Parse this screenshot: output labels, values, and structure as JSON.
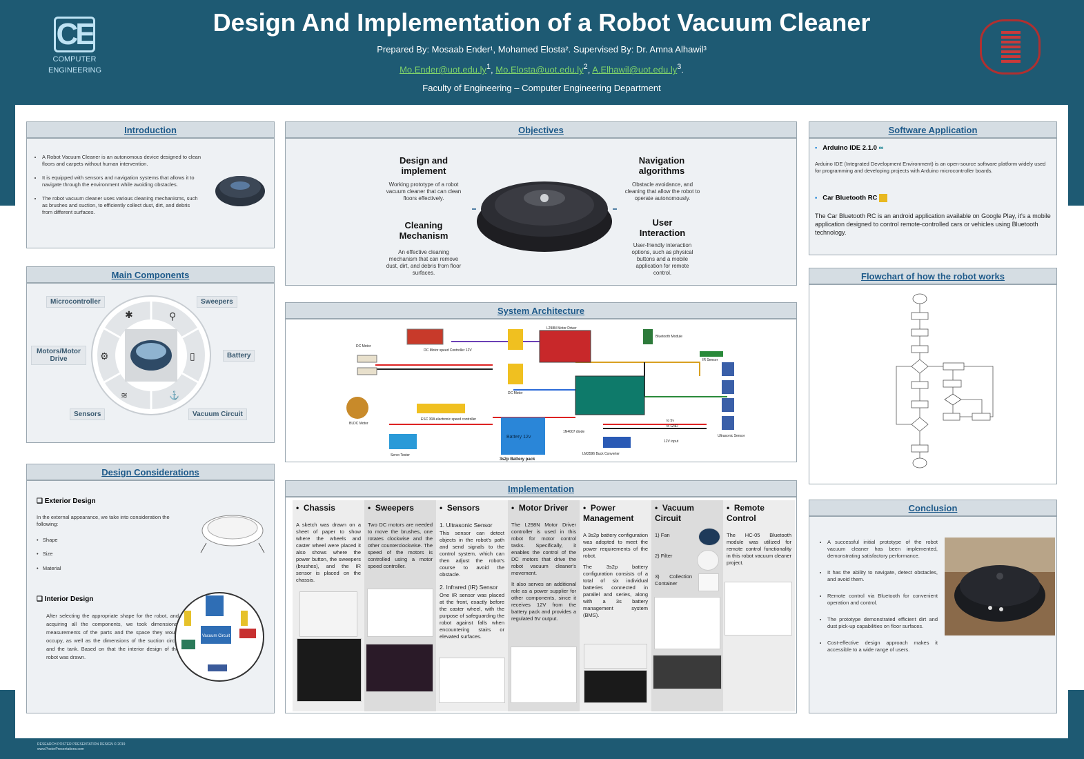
{
  "header": {
    "title": "Design And Implementation of a Robot Vacuum Cleaner",
    "prepared": "Prepared By: Mosaab Ender¹, Mohamed Elosta².  Supervised By: Dr. Amna Alhawil³",
    "email1": "Mo.Ender@uot.edu.ly",
    "sup1": "1",
    "email2": "Mo.Elosta@uot.edu.ly",
    "sup2": "2",
    "email3": "A.Elhawil@uot.edu.ly",
    "sup3": "3",
    "dept": "Faculty of Engineering – Computer Engineering Department",
    "logo_text": "CE",
    "logo_caption_1": "COMPUTER",
    "logo_caption_2": "ENGINEERING"
  },
  "introduction": {
    "title": "Introduction",
    "bullets": [
      "A Robot Vacuum Cleaner is an autonomous device designed to clean floors and carpets without human intervention.",
      "It is equipped with sensors and navigation systems that allows it to navigate through the environment while avoiding obstacles.",
      "The robot vacuum cleaner uses various cleaning mechanisms, such as brushes and suction, to efficiently collect dust, dirt, and debris from different surfaces."
    ]
  },
  "components": {
    "title": "Main Components",
    "labels": [
      "Microcontroller",
      "Sweepers",
      "Motors/Motor Drive",
      "Battery",
      "Sensors",
      "Vacuum Circuit"
    ]
  },
  "design": {
    "title": "Design Considerations",
    "exterior_title": "Exterior Design",
    "exterior_text": "In the external appearance, we take into consideration the following:",
    "exterior_items": [
      "Shape",
      "Size",
      "Material"
    ],
    "interior_title": "Interior Design",
    "interior_text": "After selecting the appropriate shape for the robot, and acquiring all the components, we took dimensional measurements of the parts and the space they would occupy, as well as the dimensions of the suction circle and the tank. Based on that the interior design of the robot was drawn.",
    "interior_center_label": "Vacuum Circuit"
  },
  "objectives": {
    "title": "Objectives",
    "items": [
      {
        "heading": "Design and implement",
        "text": "Working prototype of a robot vacuum cleaner that can clean floors effectively."
      },
      {
        "heading": "Cleaning Mechanism",
        "text": "An effective cleaning mechanism that can remove dust, dirt, and debris from floor surfaces."
      },
      {
        "heading": "Navigation algorithms",
        "text": "Obstacle avoidance, and cleaning that allow the robot to operate autonomously."
      },
      {
        "heading": "User Interaction",
        "text": "User-friendly interaction options, such as physical buttons and a mobile application for remote control."
      }
    ]
  },
  "architecture": {
    "title": "System Architecture",
    "labels": {
      "dc_motor_left": "DC Motor",
      "speed_ctrl": "DC Motor speed Controller 12V",
      "l298n": "L298N Motor Driver",
      "bluetooth": "Bluetooth Module",
      "ir": "IR Sensor",
      "dc_motor_mid": "DC Motor",
      "bldc": "BLDC Motor",
      "esc": "ESC 30A electronic speed controller",
      "servo": "Servo Tester",
      "battery": "Battery 12v",
      "battery_pack": "3s2p Battery pack",
      "diode": "1N4007 diode",
      "buck": "LM2596 Buck Converter",
      "to5v": "to 5v",
      "gnd": "to GND",
      "input": "12V input",
      "ultrasonic": "Ultrasonic Sensor"
    }
  },
  "implementation": {
    "title": "Implementation",
    "columns": [
      {
        "heading": "Chassis",
        "paras": [
          "A sketch was drawn on a sheet of paper to show where the wheels and caster wheel were placed it also shows where the power button, the sweepers (brushes), and the IR sensor is placed on the chassis."
        ]
      },
      {
        "heading": "Sweepers",
        "paras": [
          "Two DC motors are needed to move the brushes, one rotates clockwise and the other counterclockwise. The speed of the motors is controlled using a motor speed controller."
        ]
      },
      {
        "heading": "Sensors",
        "paras": [
          "1. Ultrasonic Sensor",
          "This sensor can detect objects in the robot's path and send signals to the control system, which can then adjust the robot's course to avoid the obstacle.",
          "2. Infrared (IR) Sensor",
          "One IR sensor was placed at the front, exactly before the caster wheel, with the purpose of safeguarding the robot against falls when encountering stairs or elevated surfaces."
        ]
      },
      {
        "heading": "Motor Driver",
        "paras": [
          "The L298N Motor Driver controller is used in this robot for motor control tasks. Specifically, it enables the control of the DC motors that drive the robot vacuum cleaner's movement.",
          "It also serves an additional role as a power supplier for other components, since it receives 12V from the battery pack and provides a regulated 5V output."
        ]
      },
      {
        "heading": "Power Management",
        "paras": [
          "A 3s2p battery configuration was adopted to meet the power requirements of the robot.",
          "The 3s2p battery configuration consists of a total of six individual batteries connected in parallel and series, along with a 3s battery management system (BMS)."
        ]
      },
      {
        "heading": "Vacuum Circuit",
        "paras": [
          "1) Fan",
          "2) Filter",
          "3) Collection Container"
        ]
      },
      {
        "heading": "Remote Control",
        "paras": [
          "The HC-05 Bluetooth module was utilized for remote control functionality in this robot vacuum cleaner project."
        ]
      }
    ]
  },
  "software": {
    "title": "Software Application",
    "app1": "Arduino IDE 2.1.0",
    "app1_text": "Arduino IDE (Integrated Development Environment) is an open-source software platform widely used for programming and developing projects with Arduino microcontroller boards.",
    "app2": "Car Bluetooth RC",
    "app2_text": "The Car Bluetooth RC is an android application available on Google Play, it's a mobile application designed to control remote-controlled cars or vehicles using Bluetooth technology."
  },
  "flowchart": {
    "title": "Flowchart of how the robot works"
  },
  "conclusion": {
    "title": "Conclusion",
    "bullets": [
      "A successful initial prototype of the robot vacuum cleaner has been implemented, demonstrating satisfactory performance.",
      "It has the ability to navigate, detect obstacles, and avoid them.",
      "Remote control via Bluetooth for convenient operation and control.",
      "The prototype demonstrated efficient dirt and dust pick-up capabilities on floor surfaces.",
      "Cost-effective design approach makes it accessible to a wide range of users."
    ]
  },
  "footer": {
    "line1": "RESEARCH POSTER PRESENTATION DESIGN © 2019",
    "line2": "www.PosterPresentations.com"
  },
  "colors": {
    "band": "#1e5a73",
    "heading": "#1e5a8a",
    "panel": "#eef1f4"
  }
}
